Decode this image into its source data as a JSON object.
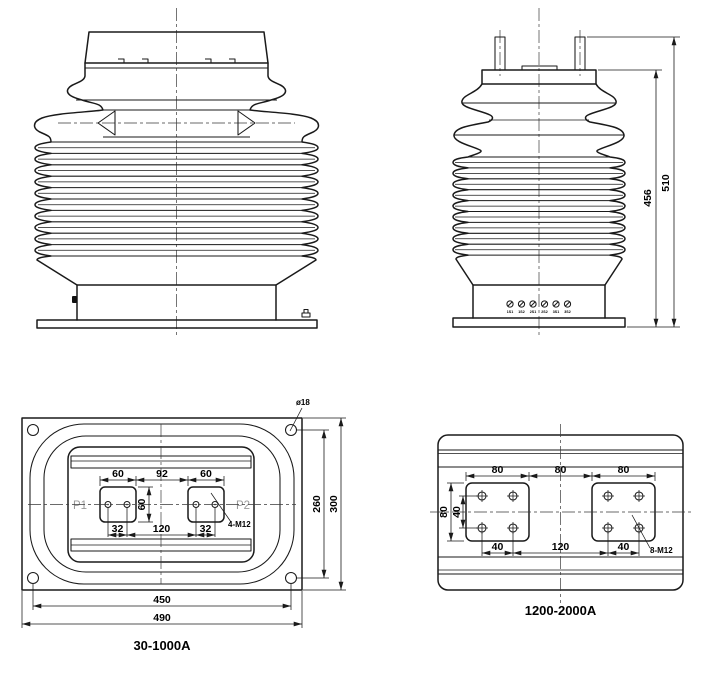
{
  "side_view": {
    "dims": {
      "flange_height": "456",
      "total_height": "510"
    },
    "terminals": [
      "1S1",
      "1S2",
      "2S1",
      "2S2",
      "3S1",
      "3S2"
    ]
  },
  "plan_small": {
    "caption": "30-1000A",
    "labels": {
      "p1": "P1",
      "p2": "P2"
    },
    "callouts": {
      "hole": "ø18",
      "thread": "4-M12"
    },
    "dims": {
      "pad_w_left": "60",
      "pad_span": "92",
      "pad_w_right": "60",
      "pad_h": "60",
      "hole_pitch_left": "32",
      "hole_span": "120",
      "hole_pitch_right": "32",
      "mount_pitch_h": "260",
      "overall_h": "300",
      "mount_pitch_w": "450",
      "overall_w": "490"
    }
  },
  "plan_large": {
    "caption": "1200-2000A",
    "callouts": {
      "thread": "8-M12"
    },
    "dims": {
      "pad_w_left": "80",
      "pad_gap": "80",
      "pad_w_right": "80",
      "pad_h": "80",
      "row_pitch": "40",
      "col_pitch_left": "40",
      "hole_span": "120",
      "col_pitch_right": "40"
    }
  }
}
